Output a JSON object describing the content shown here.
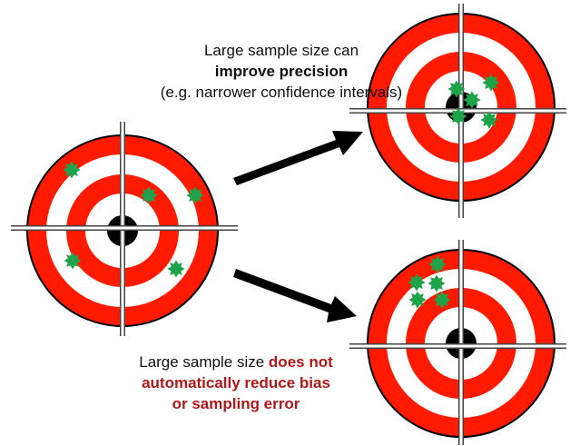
{
  "captions": {
    "top": {
      "line1": "Large sample size can",
      "line2": "improve precision",
      "line3": "(e.g. narrower confidence intervals)"
    },
    "bottom": {
      "line1_plain": "Large sample size ",
      "line1_highlight": "does not",
      "line2": "automatically reduce bias",
      "line3": "or sampling error"
    }
  },
  "colors": {
    "ring_red": "#ff1a00",
    "ring_white": "#ffffff",
    "ring_black": "#000000",
    "hit_green": "#1fa34a",
    "highlight_text": "#b01818",
    "arrow": "#000000"
  },
  "icons": {
    "target": "bullseye-target-icon",
    "hit": "green-starburst-hit-icon",
    "arrow": "right-arrow-icon"
  }
}
